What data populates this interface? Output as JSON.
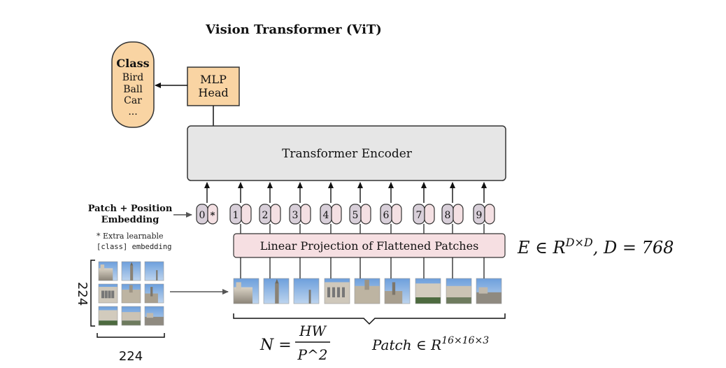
{
  "title": "Vision Transformer (ViT)",
  "class_box": {
    "heading": "Class",
    "items": [
      "Bird",
      "Ball",
      "Car",
      "..."
    ]
  },
  "mlp_head": {
    "line1": "MLP",
    "line2": "Head"
  },
  "encoder": {
    "label": "Transformer Encoder"
  },
  "embedding_label": {
    "line1": "Patch + Position",
    "line2": "Embedding"
  },
  "extra_note": {
    "line1": "* Extra learnable",
    "line2": "[class] embedding"
  },
  "tokens": [
    "0*",
    "1",
    "2",
    "3",
    "4",
    "5",
    "6",
    "7",
    "8",
    "9"
  ],
  "projection": {
    "label": "Linear Projection of Flattened Patches"
  },
  "formulas": {
    "embedding_dim": "E ∈ R^{D×D}, D = 768",
    "num_patches": "N = HW / P^2",
    "patch_shape": "Patch ∈ R^{16×16×3}"
  },
  "image_size": {
    "height": "224",
    "width": "224"
  },
  "colors": {
    "orange": "#f9d4a3",
    "orange_stroke": "#333333",
    "encoder_fill": "#e6e6e6",
    "projection_fill": "#f6dfe2",
    "token_fill": "#d8cfd9",
    "token_pos_fill": "#f4e0e3"
  }
}
